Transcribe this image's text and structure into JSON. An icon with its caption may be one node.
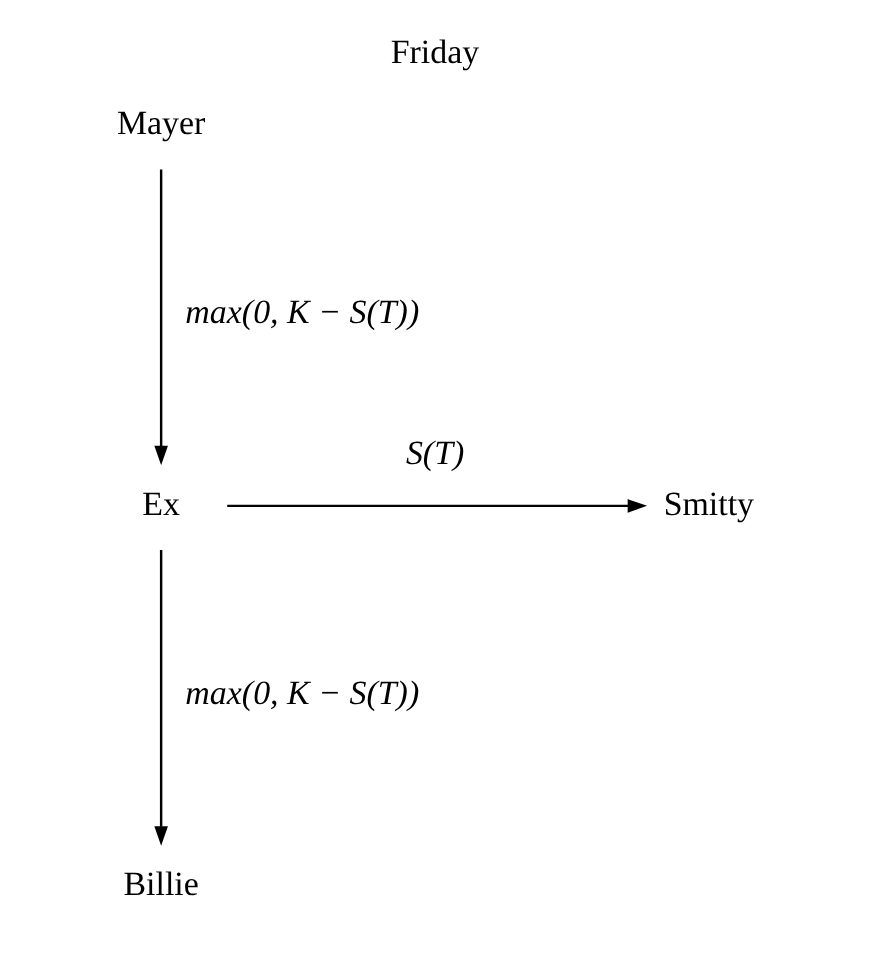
{
  "diagram": {
    "title": "Friday",
    "nodes": [
      {
        "text": [
          "Mayer"
        ]
      },
      {
        "text": [
          "Ex"
        ]
      },
      {
        "text": [
          "Smitty"
        ]
      },
      {
        "text": [
          "Billie"
        ]
      }
    ],
    "edges": [
      {
        "from": 0,
        "to": 1,
        "arrow": "to",
        "label": "max(0, K − S(T))"
      },
      {
        "from": 1,
        "to": 2,
        "arrow": "to",
        "label": "S(T)"
      },
      {
        "from": 1,
        "to": 3,
        "arrow": "to",
        "label": "max(0, K − S(T))"
      }
    ]
  }
}
